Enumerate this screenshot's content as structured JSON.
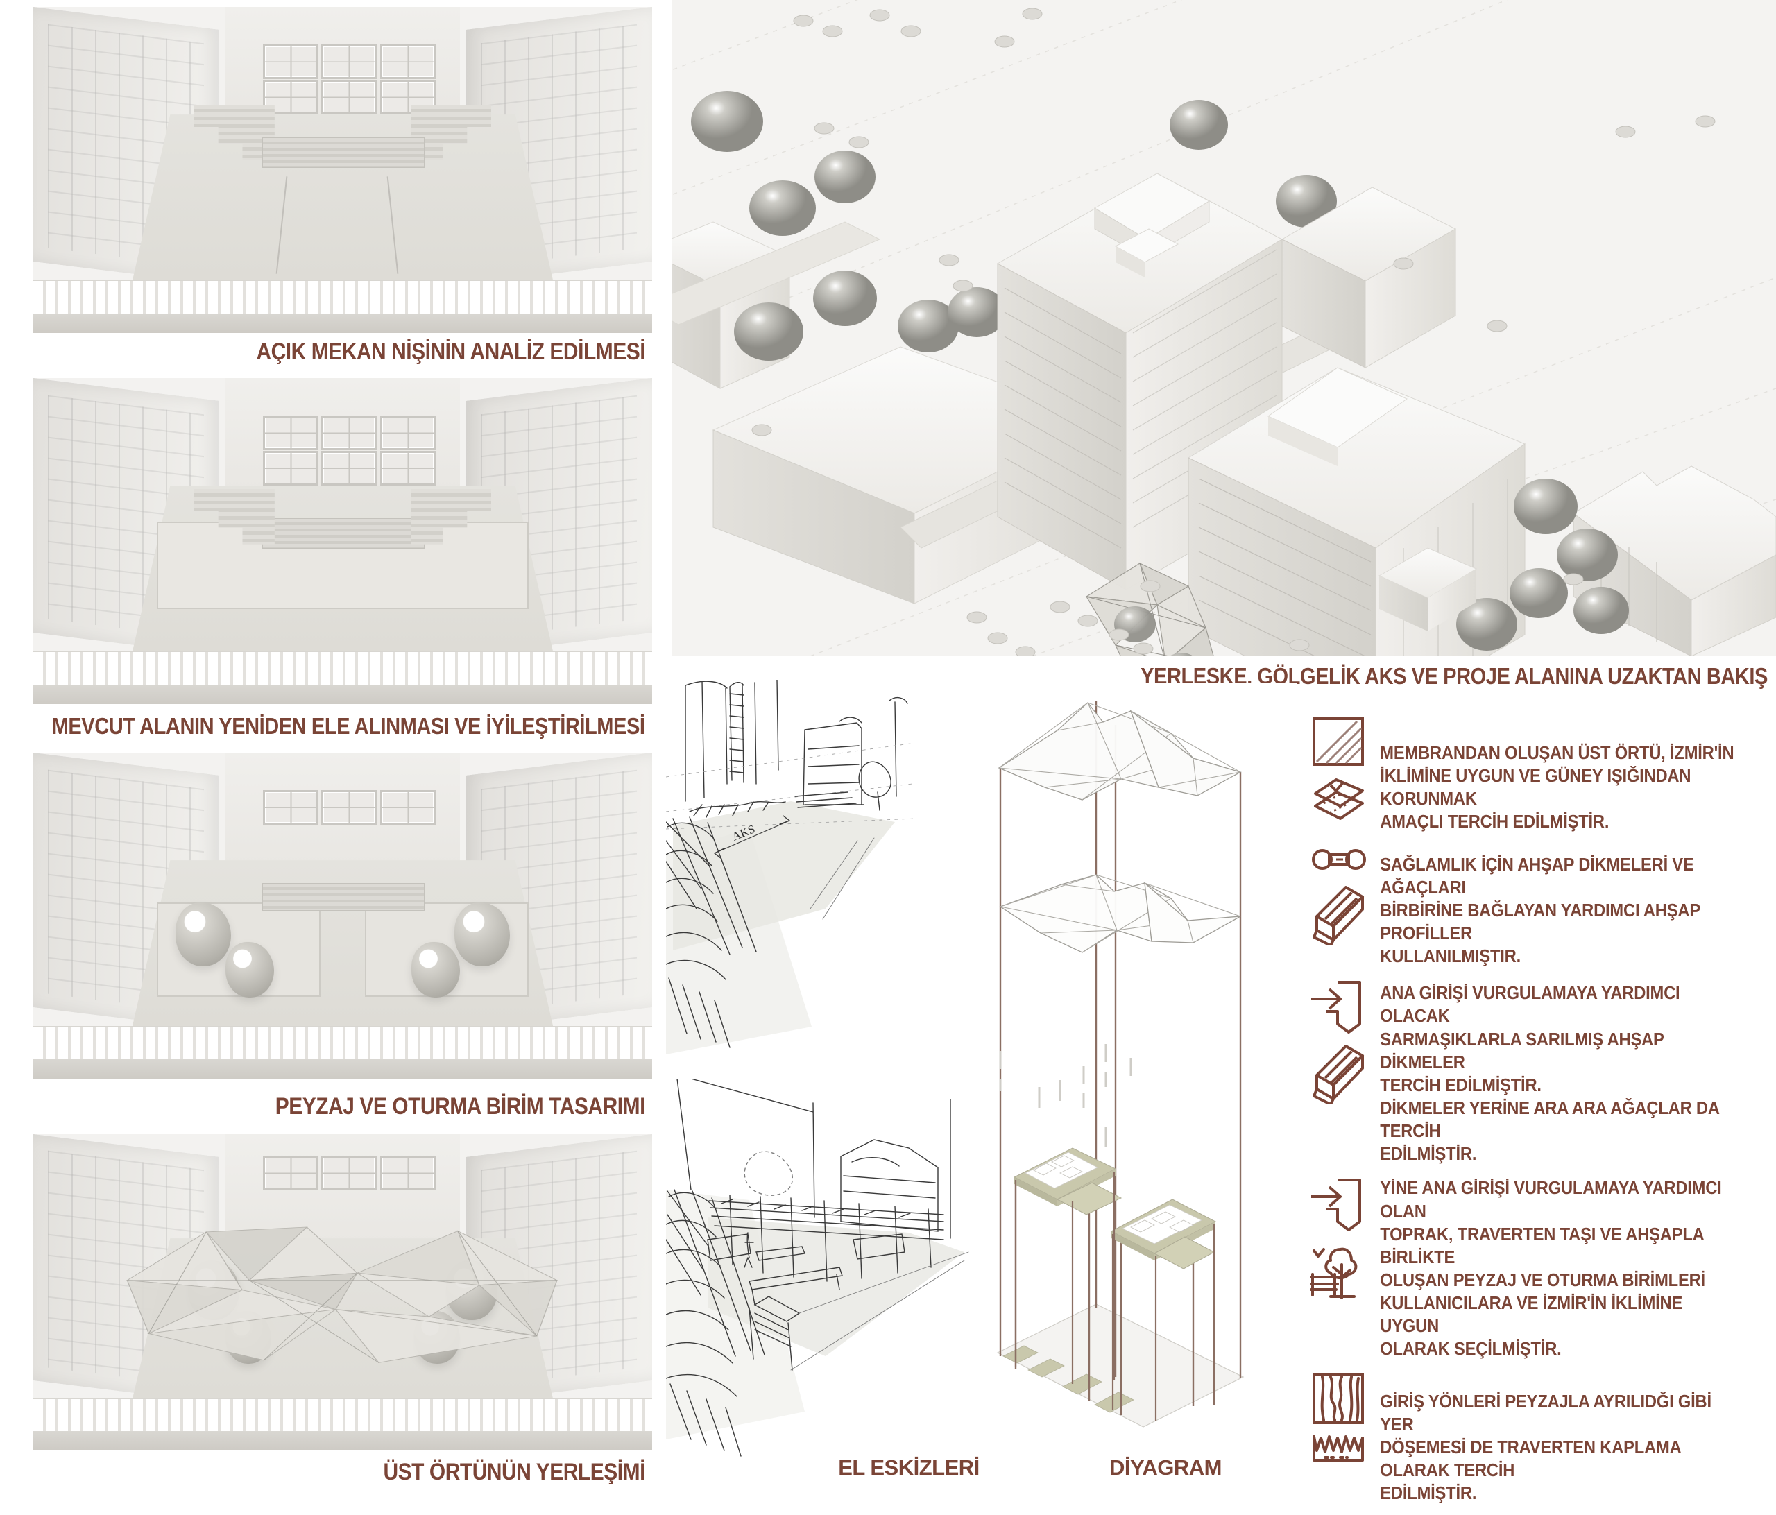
{
  "board": {
    "title_color": "#7a4436",
    "left_panels": [
      {
        "caption": "AÇIK MEKAN NİŞİNİN ANALİZ EDİLMESİ",
        "stage": 1,
        "name": "open-space-niche-analysis"
      },
      {
        "caption": "MEVCUT ALANIN YENİDEN ELE ALINMASI VE İYİLEŞTİRİLMESİ",
        "stage": 2,
        "name": "existing-area-reconsideration"
      },
      {
        "caption": "PEYZAJ VE OTURMA BİRİM TASARIMI",
        "stage": 3,
        "name": "landscape-and-seating-unit-design"
      },
      {
        "caption": "ÜST ÖRTÜNÜN YERLEŞİMİ",
        "stage": 4,
        "name": "canopy-placement"
      }
    ],
    "aerial": {
      "caption": "YERLEŞKE, GÖLGELİK AKS VE PROJE ALANINA UZAKTAN BAKIŞ"
    },
    "sketches": {
      "caption": "EL ESKİZLERİ",
      "annotation": "AKS"
    },
    "diagram": {
      "caption": "DİYAGRAM"
    },
    "legend": [
      {
        "icons": [
          "membrane-sheet-icon",
          "layered-membrane-icon"
        ],
        "text": "MEMBRANDAN OLUŞAN ÜST ÖRTÜ, İZMİR'İN\nİKLİMİNE UYGUN VE GÜNEY IŞIĞINDAN KORUNMAK\nAMAÇLI TERCİH EDİLMİŞTİR."
      },
      {
        "icons": [
          "connector-bolt-icon",
          "timber-profile-icon"
        ],
        "text": "SAĞLAMLIK İÇİN AHŞAP DİKMELERİ VE AĞAÇLARI\nBİRBİRİNE BAĞLAYAN YARDIMCI AHŞAP PROFİLLER\nKULLANILMIŞTIR."
      },
      {
        "icons": [
          "entrance-arrow-icon",
          "timber-profile-icon"
        ],
        "text": "ANA GİRİŞİ VURGULAMAYA YARDIMCI OLACAK\nSARMAŞIKLARLA  SARILMIŞ AHŞAP DİKMELER\nTERCİH EDİLMİŞTİR.\nDİKMELER YERİNE ARA ARA AĞAÇLAR DA TERCİH\nEDİLMİŞTİR."
      },
      {
        "icons": [
          "entrance-arrow-icon",
          "bench-tree-icon"
        ],
        "text": "YİNE ANA GİRİŞİ VURGULAMAYA YARDIMCI OLAN\nTOPRAK, TRAVERTEN TAŞI VE AHŞAPLA BİRLİKTE\nOLUŞAN PEYZAJ VE OTURMA BİRİMLERİ\nKULLANICILARA VE İZMİR'İN İKLİMİNE UYGUN\nOLARAK SEÇİLMİŞTİR."
      },
      {
        "icons": [
          "wood-grain-icon",
          "grass-icon"
        ],
        "text": "GİRİŞ YÖNLERİ PEYZAJLA AYRILIDĞI GİBİ YER\nDÖŞEMESİ DE TRAVERTEN KAPLAMA OLARAK TERCİH\nEDİLMİŞTİR."
      }
    ]
  }
}
